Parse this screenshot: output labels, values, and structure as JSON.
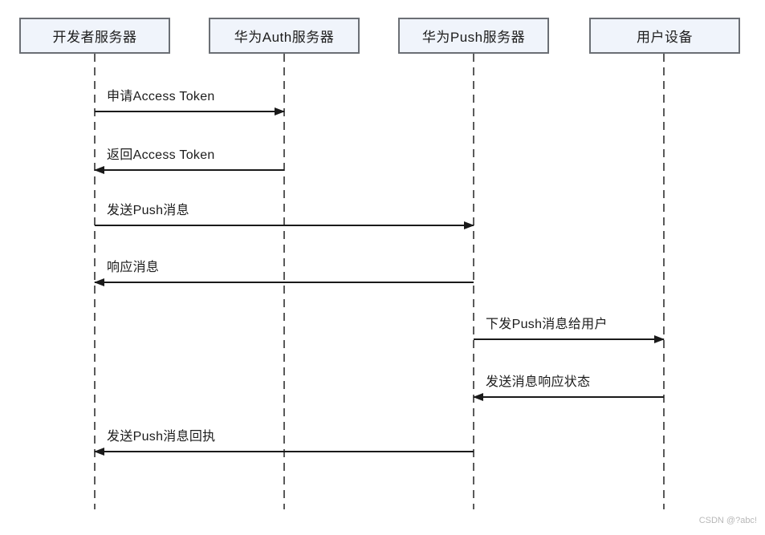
{
  "diagram": {
    "type": "sequence-diagram",
    "actors": [
      {
        "label": "开发者服务器"
      },
      {
        "label": "华为Auth服务器"
      },
      {
        "label": "华为Push服务器"
      },
      {
        "label": "用户设备"
      }
    ],
    "messages": [
      {
        "label": "申请Access Token",
        "from": "开发者服务器",
        "to": "华为Auth服务器",
        "direction": "right"
      },
      {
        "label": "返回Access Token",
        "from": "华为Auth服务器",
        "to": "开发者服务器",
        "direction": "left"
      },
      {
        "label": "发送Push消息",
        "from": "开发者服务器",
        "to": "华为Push服务器",
        "direction": "right"
      },
      {
        "label": "响应消息",
        "from": "华为Push服务器",
        "to": "开发者服务器",
        "direction": "left"
      },
      {
        "label": "下发Push消息给用户",
        "from": "华为Push服务器",
        "to": "用户设备",
        "direction": "right"
      },
      {
        "label": "发送消息响应状态",
        "from": "用户设备",
        "to": "华为Push服务器",
        "direction": "left"
      },
      {
        "label": "发送Push消息回执",
        "from": "华为Push服务器",
        "to": "开发者服务器",
        "direction": "left"
      }
    ],
    "colors": {
      "actor_fill": "#f0f4fb",
      "actor_border": "#6b6f75",
      "message_line": "#1a1a1a",
      "lifeline": "#5a5a5a",
      "watermark": "#b8b8b8"
    },
    "watermark": "CSDN @?abc!"
  }
}
